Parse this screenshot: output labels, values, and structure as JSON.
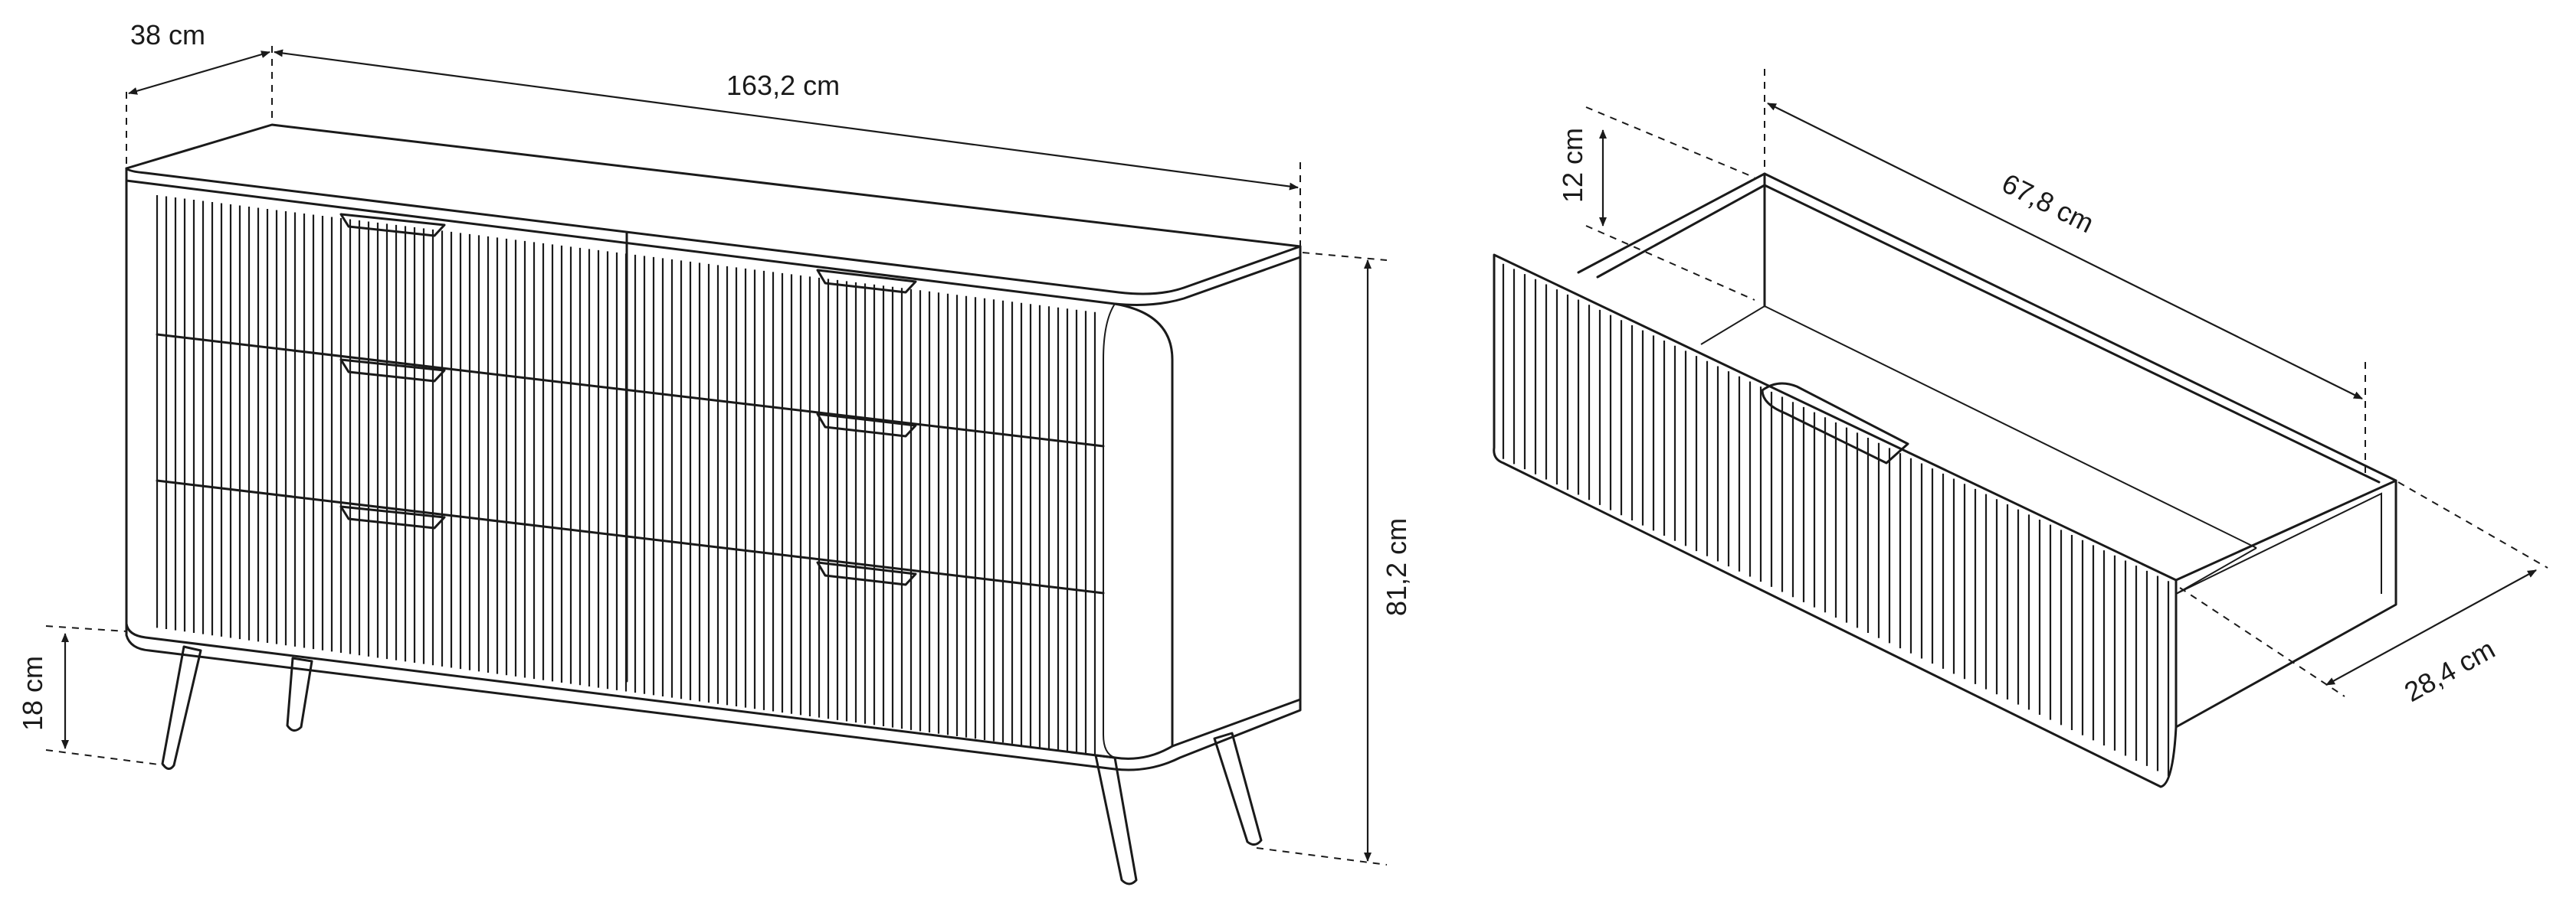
{
  "dimensions": {
    "depth": "38 cm",
    "width": "163,2 cm",
    "height": "81,2 cm",
    "leg_height": "18 cm",
    "drawer_depth": "67,8 cm",
    "drawer_height": "12 cm",
    "drawer_width": "28,4 cm"
  },
  "colors": {
    "line": "#1a1a1a",
    "background": "#ffffff"
  }
}
